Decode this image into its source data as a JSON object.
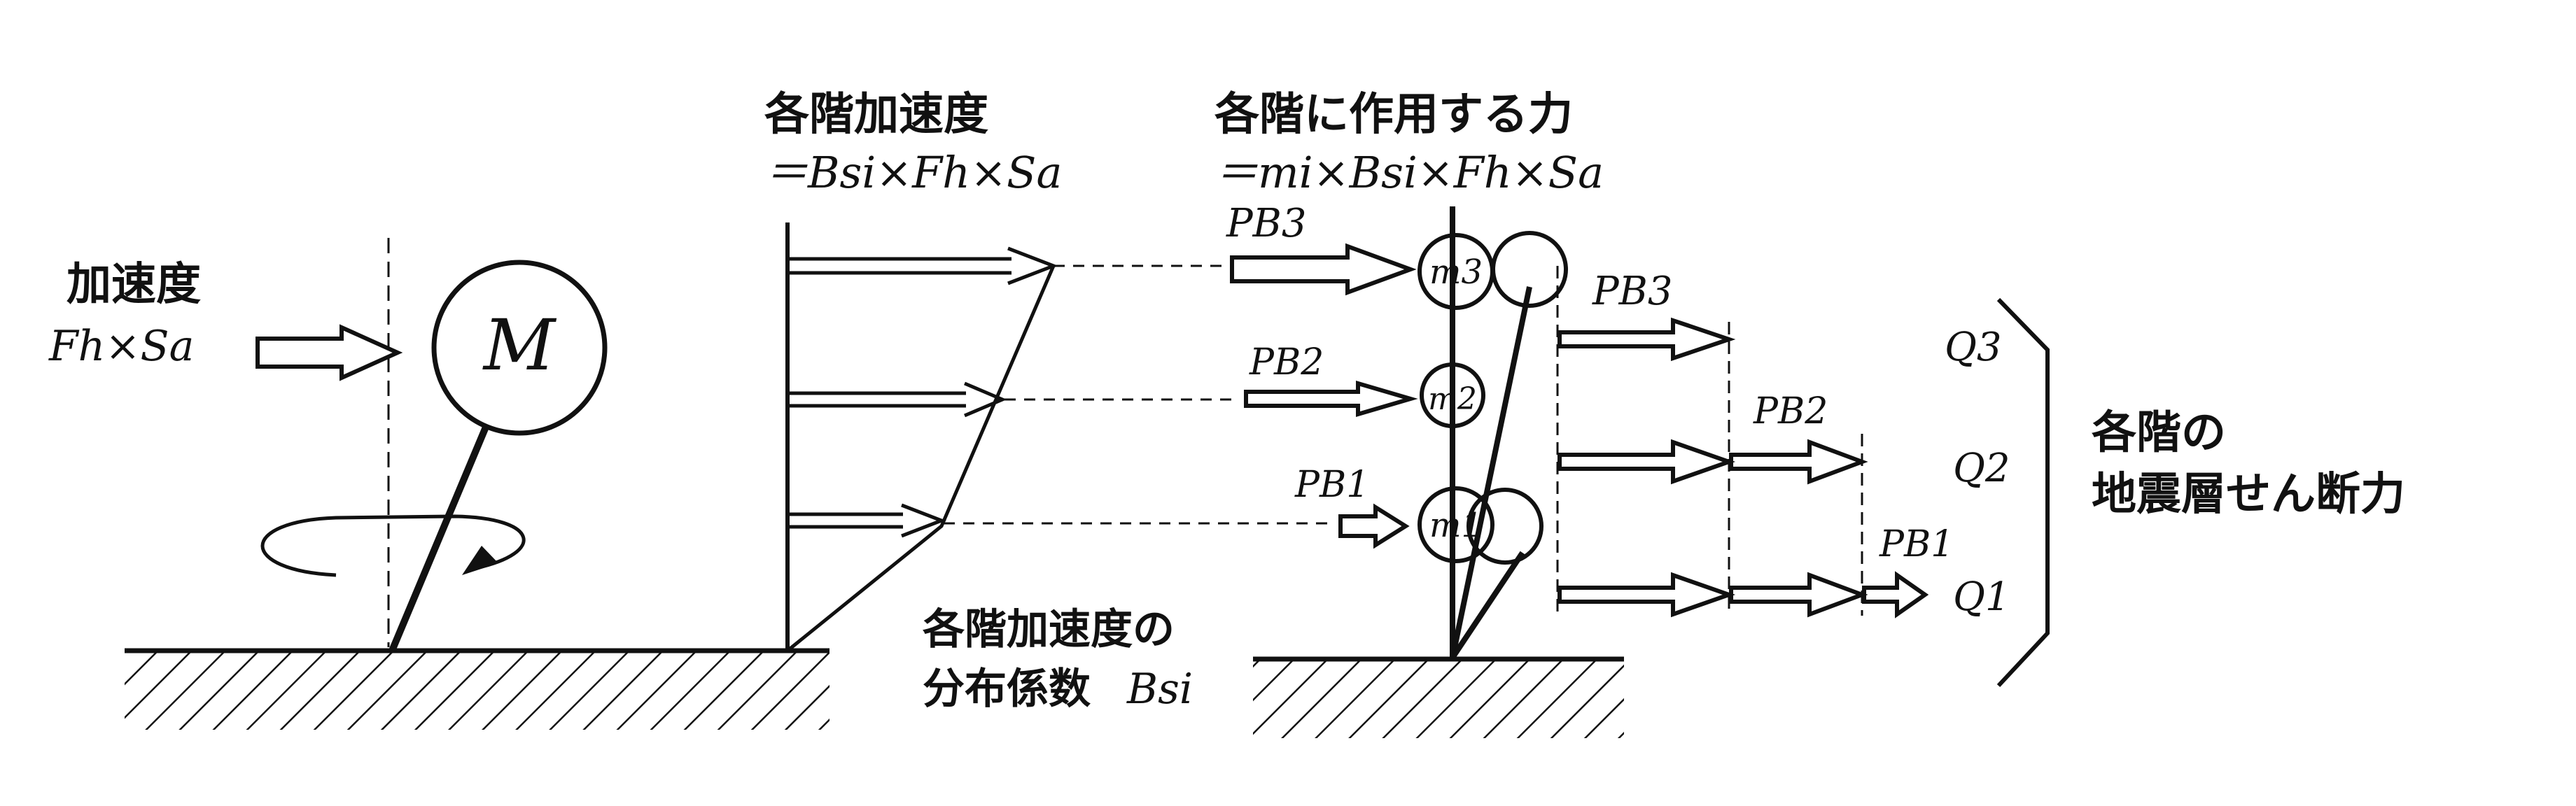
{
  "left_panel": {
    "accel_label": "加速度",
    "accel_formula": "Fh×Sa",
    "mass_label": "M"
  },
  "middle_panel": {
    "title": "各階加速度",
    "formula": "＝Bsi×Fh×Sa",
    "dist_label_line1": "各階加速度の",
    "dist_label_line2": "分布係数",
    "dist_symbol": "Bsi"
  },
  "right_panel": {
    "title": "各階に作用する力",
    "formula": "＝mi×Bsi×Fh×Sa",
    "masses": [
      "m3",
      "m2",
      "m1"
    ],
    "forces_in": [
      "PB3",
      "PB2",
      "PB1"
    ],
    "forces_out": [
      "PB3",
      "PB2",
      "PB1"
    ],
    "shears": [
      "Q3",
      "Q2",
      "Q1"
    ],
    "shear_label_line1": "各階の",
    "shear_label_line2": "地震層せん断力"
  }
}
